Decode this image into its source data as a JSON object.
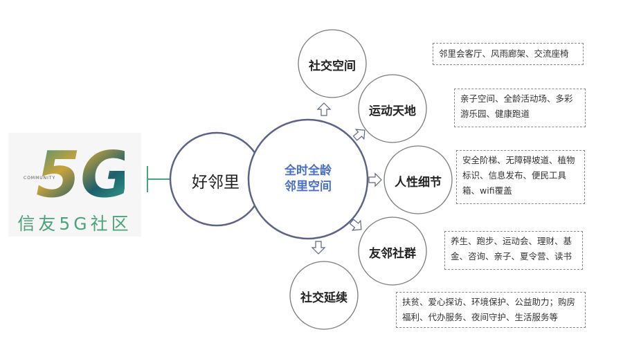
{
  "logo": {
    "text": "信友5G社区",
    "mark": "5G",
    "community": "COMMUNITY"
  },
  "hub": {
    "left_label": "好邻里",
    "center_label_line1": "全时全龄",
    "center_label_line2": "邻里空间"
  },
  "nodes": [
    {
      "label": "社交空间",
      "description": "邻里会客厅、风雨廊架、交流座椅"
    },
    {
      "label": "运动天地",
      "description": "亲子空间、全龄活动场、多彩游乐园、健康跑道"
    },
    {
      "label": "人性细节",
      "description": "安全阶梯、无障碍坡道、植物标识、信息发布、便民工具箱、wifi覆盖"
    },
    {
      "label": "友邻社群",
      "description": "养生、跑步、运动会、理财、基金、咨询、亲子、夏令营、读书"
    },
    {
      "label": "社交延续",
      "description": "扶贫、爱心探访、环境保护、公益助力；购房福利、代办服务、夜间守护、生活服务等"
    }
  ],
  "colors": {
    "hub_border": "#5b6388",
    "node_border": "#7a7a7a",
    "center_text": "#4a6fc9",
    "logo_text": "#4aa37a",
    "connector": "#4aa37a"
  }
}
